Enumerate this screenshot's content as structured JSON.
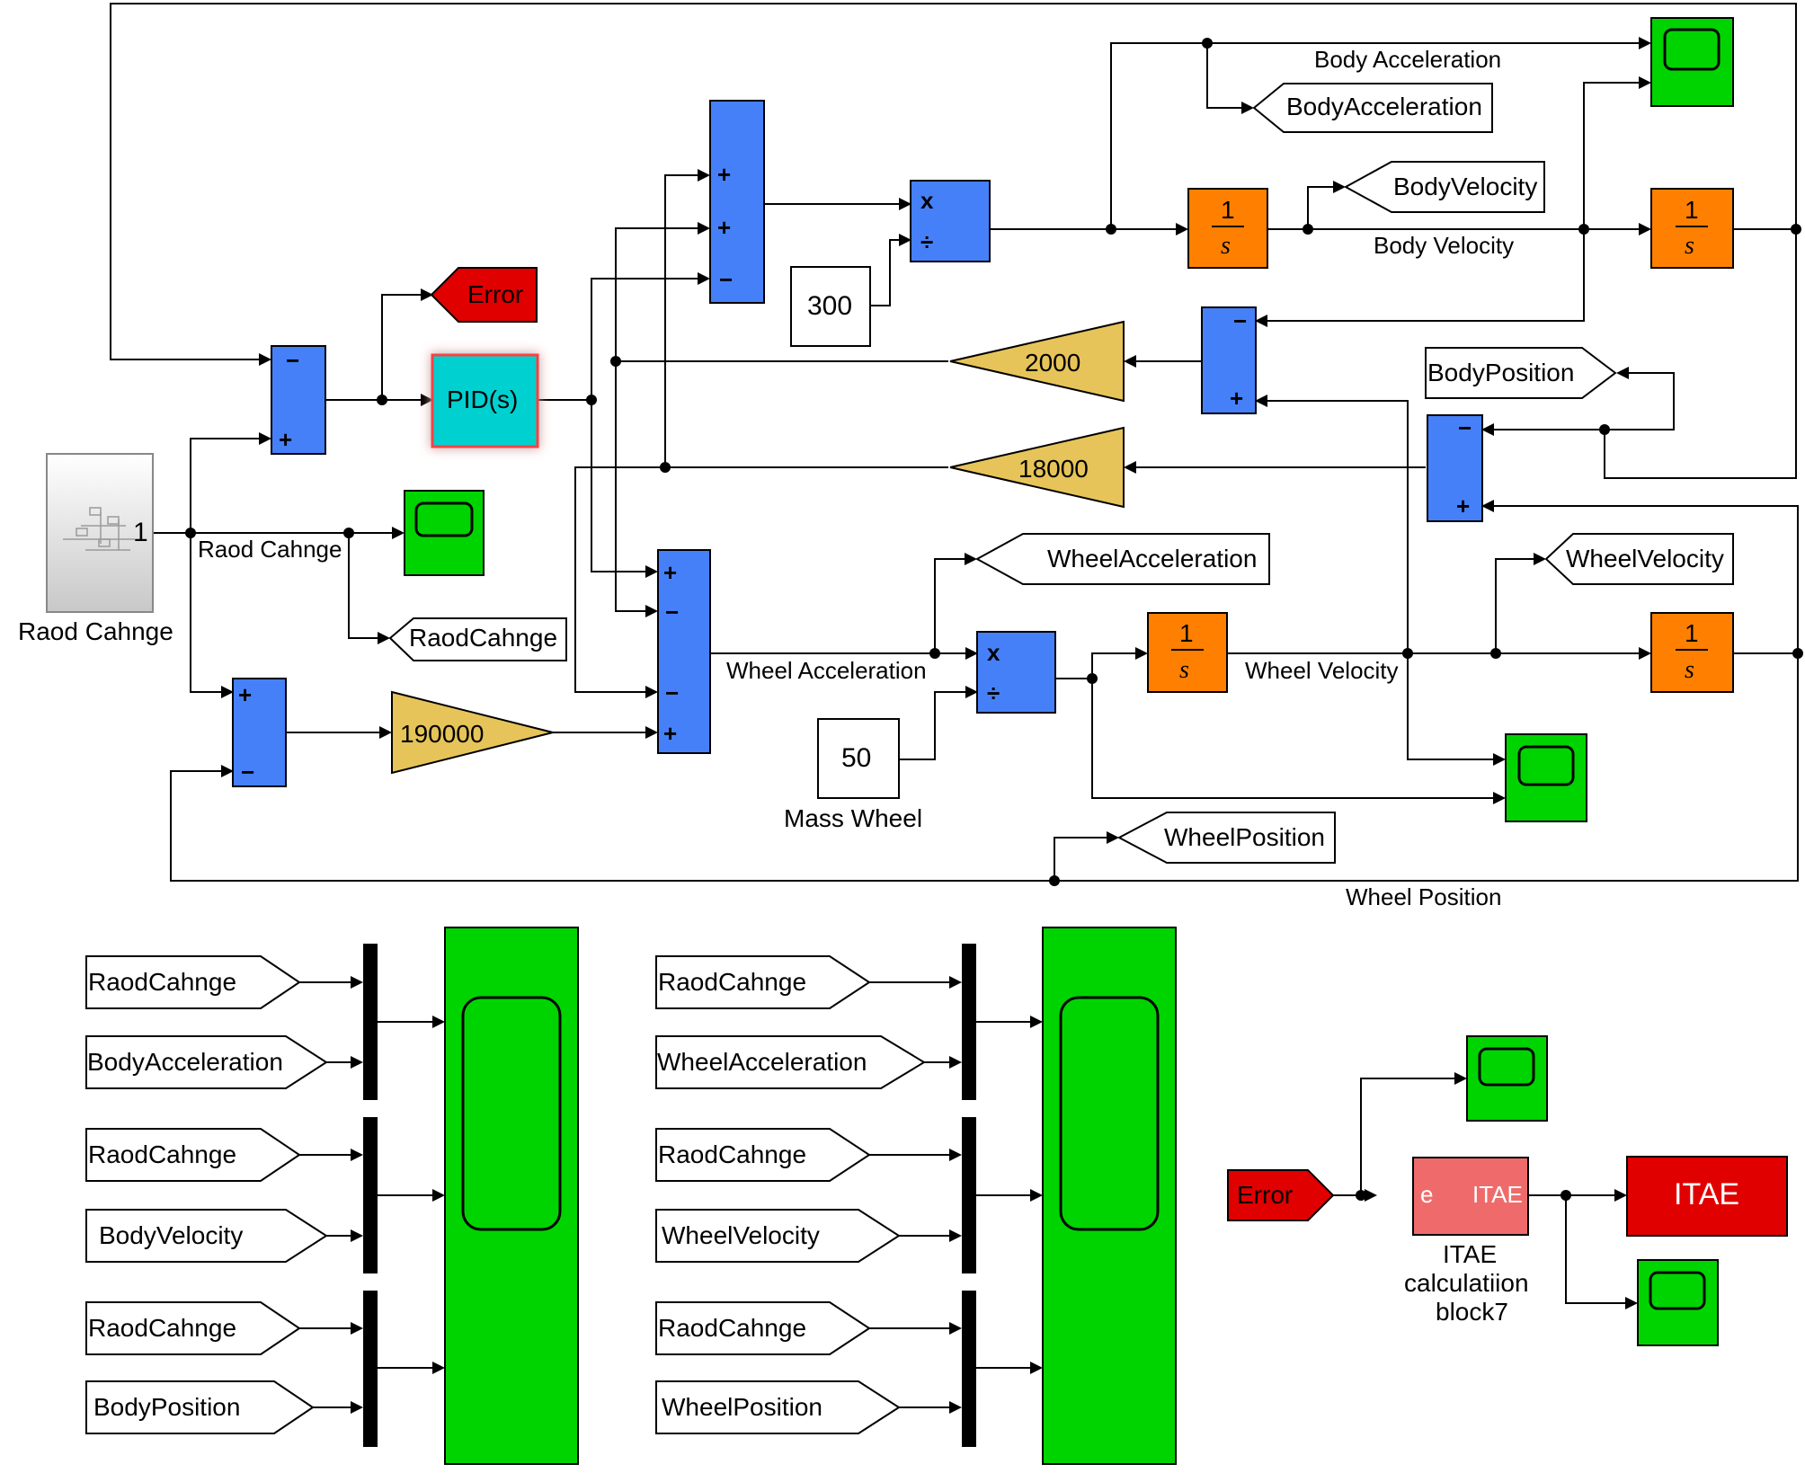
{
  "colors": {
    "sum_block": "#4680f8",
    "integrator": "#ff8000",
    "gain": "#e6c459",
    "scope": "#00d400",
    "pid": "#00d0d0",
    "error_tag": "#e00000",
    "itae_block": "#ef6b6b",
    "goto_tag": "#ffffff",
    "mux": "#000000"
  },
  "blocks": {
    "road_source": {
      "value": "1",
      "label": "Raod Cahnge"
    },
    "pid": {
      "label": "PID(s)"
    },
    "error_goto": {
      "label": "Error"
    },
    "gain_2000": {
      "value": "2000"
    },
    "gain_18000": {
      "value": "18000"
    },
    "gain_190000": {
      "value": "190000"
    },
    "const_300": {
      "value": "300"
    },
    "const_50": {
      "value": "50",
      "label": "Mass Wheel"
    },
    "integrator": {
      "numerator": "1",
      "denominator": "s"
    },
    "product": {
      "multiply": "x",
      "divide": "÷"
    },
    "itae_calc": {
      "input_port": "e",
      "output_port": "ITAE",
      "label_lines": [
        "ITAE",
        "calculatiion",
        "block7"
      ]
    },
    "itae_display": {
      "label": "ITAE"
    },
    "error_from": {
      "label": "Error"
    }
  },
  "signals": {
    "body_acceleration": "Body Acceleration",
    "body_velocity": "Body Velocity",
    "wheel_acceleration": "Wheel Acceleration",
    "wheel_velocity": "Wheel Velocity",
    "wheel_position": "Wheel Position",
    "road_change": "Raod Cahnge"
  },
  "goto_tags": {
    "body_acceleration": "BodyAcceleration",
    "body_velocity": "BodyVelocity",
    "body_position": "BodyPosition",
    "wheel_acceleration": "WheelAcceleration",
    "wheel_velocity": "WheelVelocity",
    "wheel_position": "WheelPosition",
    "road_change": "RaodCahnge"
  },
  "from_tags": {
    "left": [
      "RaodCahnge",
      "BodyAcceleration",
      "RaodCahnge",
      "BodyVelocity",
      "RaodCahnge",
      "BodyPosition"
    ],
    "right": [
      "RaodCahnge",
      "WheelAcceleration",
      "RaodCahnge",
      "WheelVelocity",
      "RaodCahnge",
      "WheelPosition"
    ]
  },
  "sum_signs": {
    "plus": "+",
    "minus": "−"
  }
}
